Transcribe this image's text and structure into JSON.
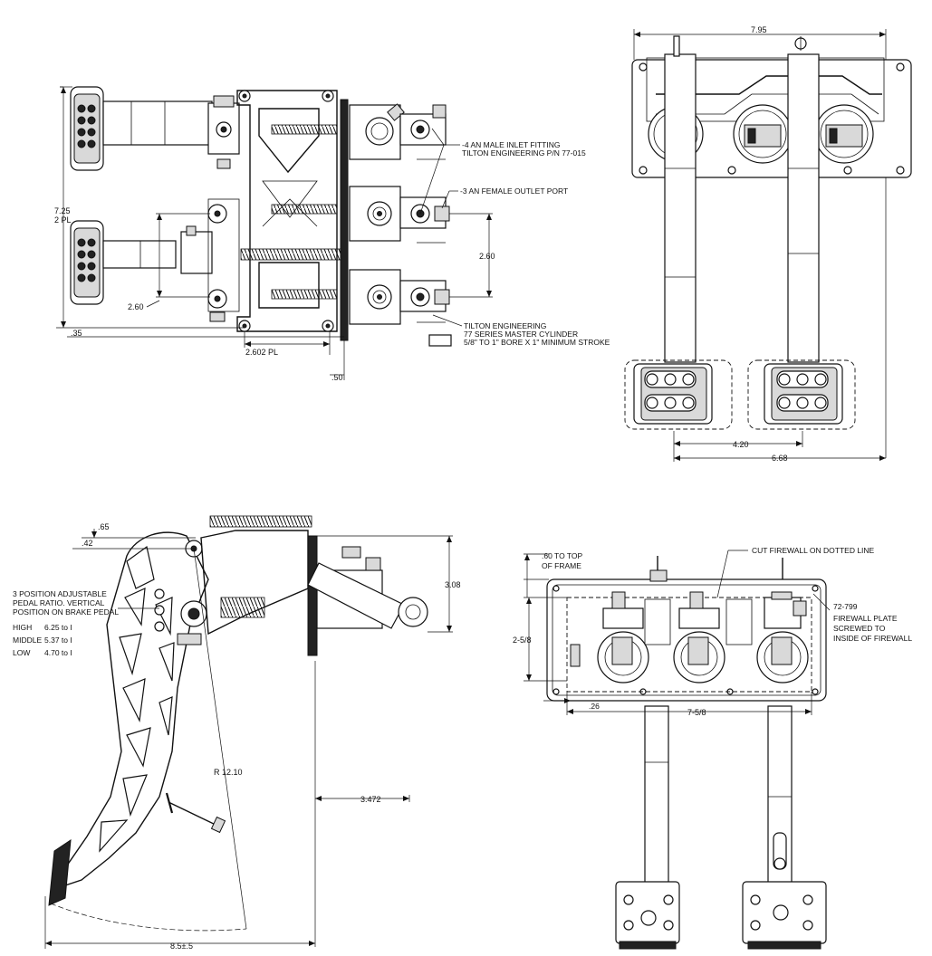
{
  "views": {
    "top_view": {
      "dim_height": "7.25",
      "dim_height_note": "2 PL",
      "dim_pedal_offset": "2.60",
      "dim_offset_35": ".35",
      "dim_2602": "2.602 PL",
      "dim_50": ".50",
      "dim_port_spacing": "2.60",
      "callout_inlet_1": "-4 AN MALE INLET FITTING",
      "callout_inlet_2": "TILTON ENGINEERING P/N 77-015",
      "callout_outlet": "-3 AN FEMALE OUTLET PORT",
      "callout_mc_1": "TILTON ENGINEERING",
      "callout_mc_2": "77 SERIES MASTER CYLINDER",
      "callout_mc_3": "5/8\" TO 1\" BORE X 1\" MINIMUM STROKE"
    },
    "front_view": {
      "dim_width": "7.95",
      "dim_pedal_spacing": "4.20",
      "dim_overall": "6.68"
    },
    "side_view": {
      "dim_65": ".65",
      "dim_42": ".42",
      "dim_308": "3.08",
      "dim_3472": "3.472",
      "dim_radius": "R 12.10",
      "dim_width": "8.5±.5",
      "ratio_note_1": "3 POSITION ADJUSTABLE",
      "ratio_note_2": "PEDAL RATIO. VERTICAL",
      "ratio_note_3": "POSITION ON BRAKE PEDAL",
      "ratios": [
        {
          "label": "HIGH",
          "value": "6.25 to I"
        },
        {
          "label": "MIDDLE",
          "value": "5.37 to I"
        },
        {
          "label": "LOW",
          "value": "4.70 to I"
        }
      ]
    },
    "rear_view": {
      "note_frame_1": ".60 TO TOP",
      "note_frame_2": "OF FRAME",
      "note_cut": "CUT FIREWALL ON DOTTED LINE",
      "dim_height": "2-5/8",
      "dim_26": ".26",
      "dim_width": "7-5/8",
      "plate_pn": "72-799",
      "plate_note_1": "FIREWALL PLATE",
      "plate_note_2": "SCREWED TO",
      "plate_note_3": "INSIDE OF FIREWALL"
    }
  }
}
